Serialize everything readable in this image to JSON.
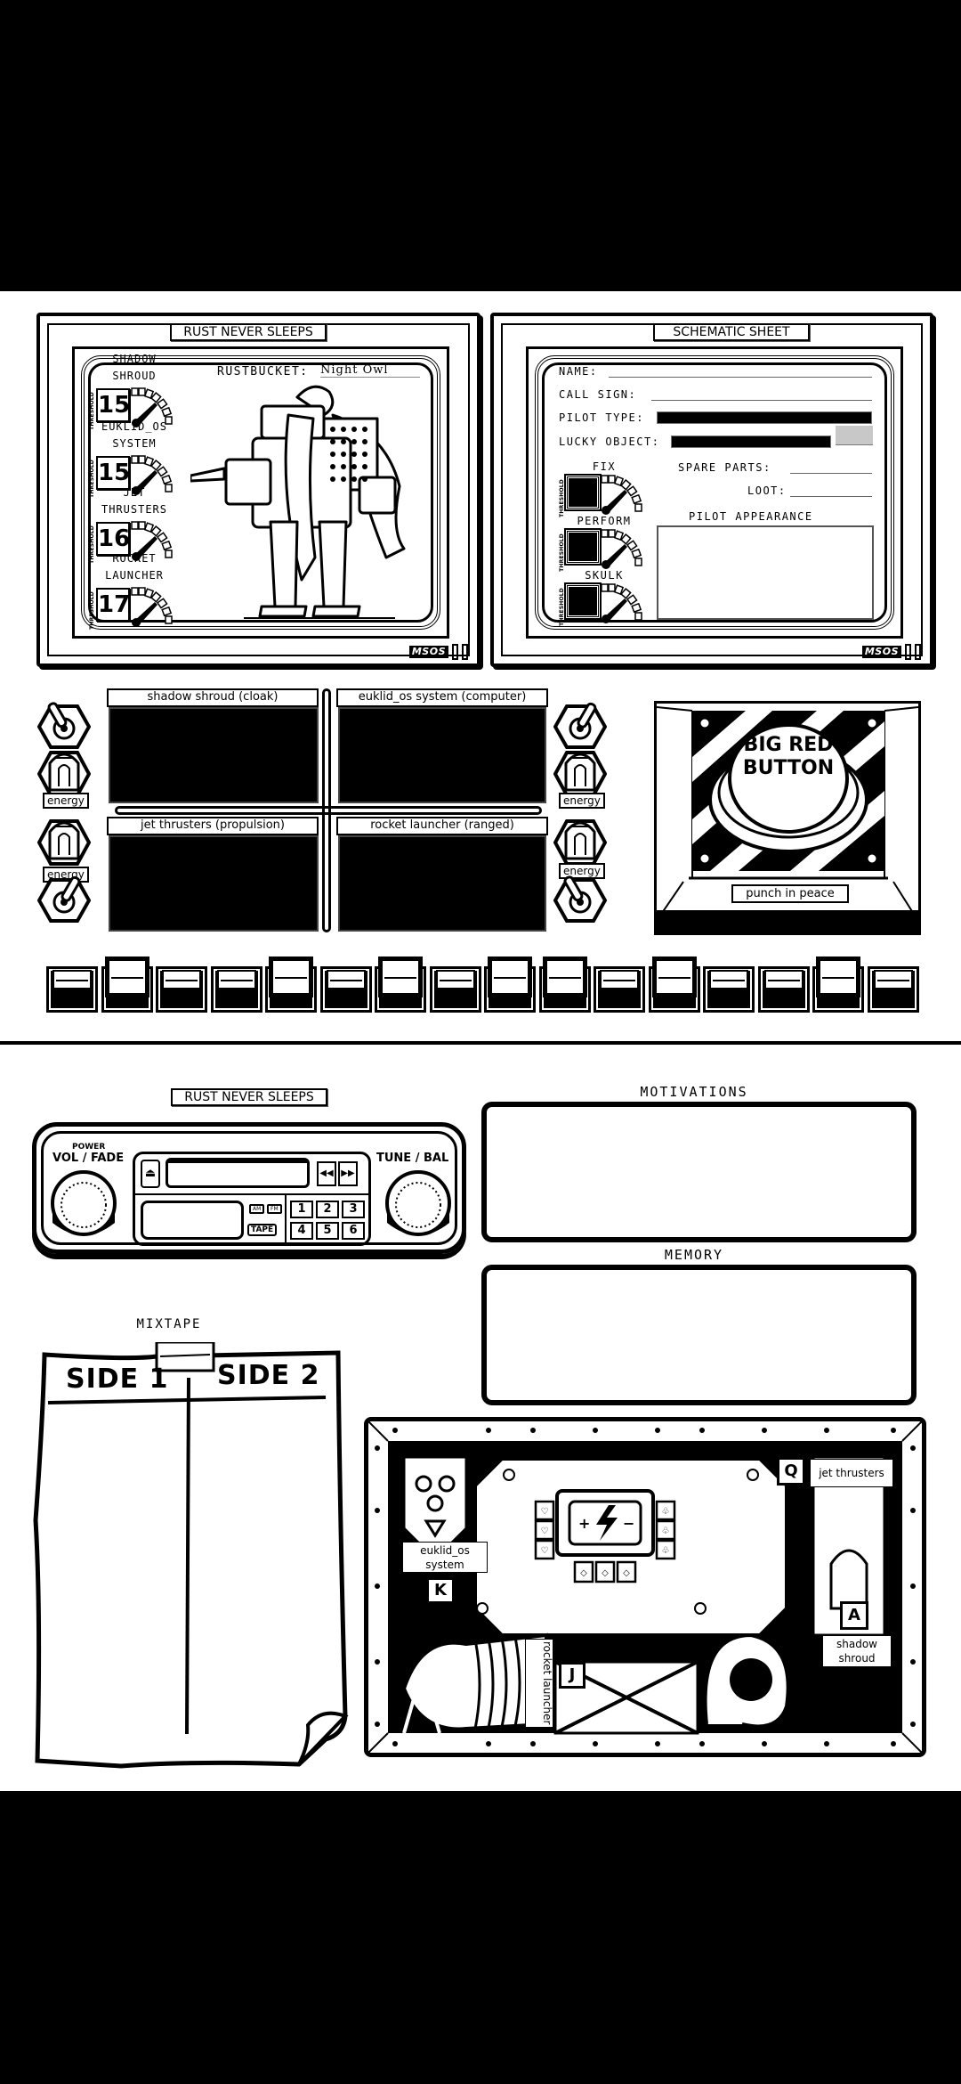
{
  "page_one": {
    "rustbucket_panel": {
      "plate": "RUST NEVER SLEEPS",
      "rustbucket_label": "RUSTBUCKET:",
      "rustbucket_name": "Night Owl",
      "threshold_label": "THRESHOLD",
      "stats": [
        {
          "label_line1": "SHADOW",
          "label_line2": "SHROUD",
          "value": "15"
        },
        {
          "label_line1": "EUKLID_OS",
          "label_line2": "SYSTEM",
          "value": "15"
        },
        {
          "label_line1": "JET",
          "label_line2": "THRUSTERS",
          "value": "16"
        },
        {
          "label_line1": "ROCKET",
          "label_line2": "LAUNCHER",
          "value": "17"
        }
      ],
      "logo": "MSOS",
      "illustration": "mech-robot-with-cloak"
    },
    "schematic_panel": {
      "plate": "SCHEMATIC SHEET",
      "name_label": "NAME:",
      "name_value": "",
      "call_sign_label": "CALL SIGN:",
      "call_sign_value": "",
      "pilot_type_label": "PILOT TYPE:",
      "pilot_type_value": "",
      "lucky_object_label": "LUCKY OBJECT:",
      "lucky_object_value": "",
      "lucky_object_select": "",
      "threshold_label": "THRESHOLD",
      "skills": [
        {
          "label": "FIX",
          "value": ""
        },
        {
          "label": "PERFORM",
          "value": ""
        },
        {
          "label": "SKULK",
          "value": ""
        }
      ],
      "spare_parts_label": "SPARE PARTS:",
      "spare_parts_value": "",
      "loot_label": "LOOT:",
      "loot_value": "",
      "pilot_appearance_label": "PILOT APPEARANCE",
      "pilot_appearance_value": "",
      "logo": "MSOS"
    },
    "systems": [
      {
        "title": "shadow shroud (cloak)",
        "value": ""
      },
      {
        "title": "euklid_os system (computer)",
        "value": ""
      },
      {
        "title": "jet thrusters (propulsion)",
        "value": ""
      },
      {
        "title": "rocket launcher (ranged)",
        "value": ""
      }
    ],
    "energy_label": "energy",
    "big_red_button": {
      "text_line1": "BIG RED",
      "text_line2": "BUTTON",
      "caption": "punch in peace",
      "color": "#000000"
    },
    "switch_bank": [
      "down",
      "up",
      "down",
      "down",
      "up",
      "down",
      "up",
      "down",
      "up",
      "up",
      "down",
      "up",
      "down",
      "down",
      "up",
      "down"
    ]
  },
  "page_two": {
    "radio": {
      "plate": "RUST NEVER SLEEPS",
      "power_label": "POWER",
      "vol_label": "VOL / FADE",
      "tune_label": "TUNE / BAL",
      "eject_icon": "eject-icon",
      "rewind_icon": "rewind-icon",
      "ffwd_icon": "fast-forward-icon",
      "am_label": "AM",
      "fm_label": "FM",
      "tape_label": "TAPE",
      "presets": [
        "1",
        "2",
        "3",
        "4",
        "5",
        "6"
      ],
      "display_value": ""
    },
    "motivations": {
      "label": "MOTIVATIONS",
      "value": ""
    },
    "memory": {
      "label": "MEMORY",
      "value": ""
    },
    "mixtape": {
      "label": "MIXTAPE",
      "side1_label": "SIDE 1",
      "side2_label": "SIDE 2",
      "side1_tracks": [],
      "side2_tracks": []
    },
    "engine_bay": {
      "labels": [
        {
          "key": "Q",
          "text": "jet thrusters"
        },
        {
          "key": "K",
          "text": "euklid_os system"
        },
        {
          "key": "J",
          "text": "rocket launcher"
        },
        {
          "key": "A",
          "text": "shadow shroud"
        }
      ],
      "battery_icon": "battery-lightning-icon",
      "suit_hearts": 3,
      "suit_clubs": 3,
      "suit_diamonds": 3
    }
  }
}
